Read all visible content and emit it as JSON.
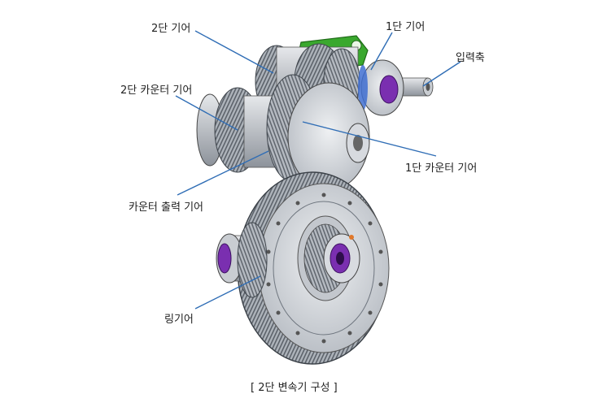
{
  "labels": {
    "gear2": "2단 기어",
    "gear1": "1단 기어",
    "input_shaft": "입력축",
    "counter2": "2단 카운터 기어",
    "counter1": "1단 카운터 기어",
    "counter_output": "카운터 출력 기어",
    "ring_gear": "링기어"
  },
  "caption": "[ 2단 변속기 구성 ]",
  "colors": {
    "leader_line": "#2f6db5",
    "steel": "#a8aeb6",
    "steel_dark": "#5d636b",
    "bracket_green": "#3aa82e",
    "bearing_purple": "#7a2fb0",
    "bearing_blue": "#3f6fd1",
    "accent_orange": "#e0782a"
  }
}
